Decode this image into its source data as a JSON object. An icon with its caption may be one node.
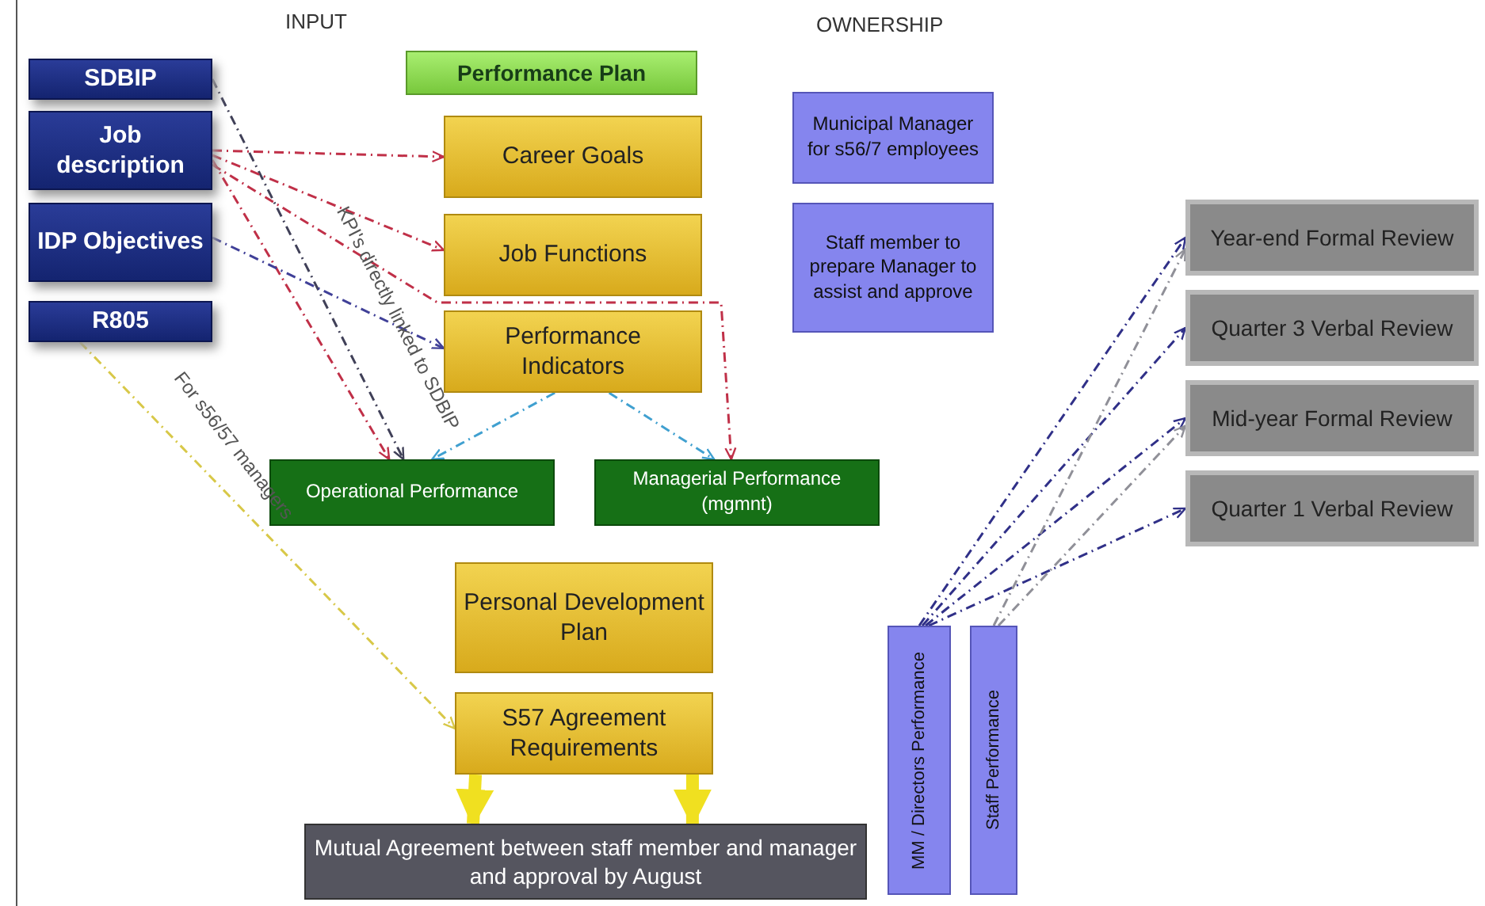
{
  "diagram": {
    "nodes": [
      {
        "text": [
          "SDBIP"
        ]
      },
      {
        "text": [
          "Job description"
        ]
      },
      {
        "text": [
          "IDP Objectives"
        ]
      },
      {
        "text": [
          "R805"
        ]
      },
      {
        "text": [
          "Performance Plan"
        ]
      },
      {
        "text": [
          "Career Goals"
        ]
      },
      {
        "text": [
          "Job Functions"
        ]
      },
      {
        "text": [
          "Performance Indicators"
        ]
      },
      {
        "text": [
          "Operational Performance"
        ]
      },
      {
        "text": [
          "Managerial Performance (mgmnt)"
        ]
      },
      {
        "text": [
          "Municipal Manager for s56/7 employees"
        ]
      },
      {
        "text": [
          "Staff member to prepare Manager to assist and approve"
        ]
      },
      {
        "text": [
          "Year-end Formal Review"
        ]
      },
      {
        "text": [
          "Quarter 3 Verbal Review"
        ]
      },
      {
        "text": [
          "Mid-year Formal Review"
        ]
      },
      {
        "text": [
          "Quarter 1 Verbal Review"
        ]
      },
      {
        "text": [
          "Personal Development Plan"
        ]
      },
      {
        "text": [
          "S57 Agreement Requirements"
        ]
      },
      {
        "text": [
          "Mutual Agreement between staff member and manager and approval by August"
        ]
      },
      {
        "text": [
          "MM / Directors Performance"
        ]
      },
      {
        "text": [
          "Staff Performance"
        ]
      }
    ],
    "edges": [
      {
        "from": 0,
        "to": 8,
        "arrow": "to",
        "style": "dashed",
        "color": "#404058",
        "label": "KPI's directly linked to SDBIP"
      },
      {
        "from": 1,
        "to": 5,
        "arrow": "to",
        "style": "dashed",
        "color": "#c03048"
      },
      {
        "from": 1,
        "to": 6,
        "arrow": "to",
        "style": "dashed",
        "color": "#c03048"
      },
      {
        "from": 1,
        "to": 8,
        "arrow": "to",
        "style": "dashed",
        "color": "#c03048"
      },
      {
        "from": 1,
        "to": 9,
        "arrow": "to",
        "style": "dashed",
        "color": "#c03048"
      },
      {
        "from": 2,
        "to": 7,
        "arrow": "to",
        "style": "dashed",
        "color": "#404098"
      },
      {
        "from": 7,
        "to": 8,
        "arrow": "to",
        "style": "dashed",
        "color": "#40a0d0"
      },
      {
        "from": 7,
        "to": 9,
        "arrow": "to",
        "style": "dashed",
        "color": "#40a0d0"
      },
      {
        "from": 3,
        "to": 17,
        "arrow": "to",
        "style": "dashed",
        "color": "#d8c848",
        "label": "For s56/57 managers"
      },
      {
        "from": 17,
        "to": 18,
        "arrow": "to",
        "style": "thick",
        "color": "#f0e020"
      },
      {
        "from": 17,
        "to": 18,
        "arrow": "to",
        "style": "thick",
        "color": "#f0e020"
      },
      {
        "from": 19,
        "to": 12,
        "arrow": "to",
        "style": "dashed",
        "color": "#303088"
      },
      {
        "from": 19,
        "to": 13,
        "arrow": "to",
        "style": "dashed",
        "color": "#303088"
      },
      {
        "from": 19,
        "to": 14,
        "arrow": "to",
        "style": "dashed",
        "color": "#303088"
      },
      {
        "from": 19,
        "to": 15,
        "arrow": "to",
        "style": "dashed",
        "color": "#303088"
      },
      {
        "from": 20,
        "to": 12,
        "arrow": "to",
        "style": "dashed",
        "color": "#909098"
      },
      {
        "from": 20,
        "to": 14,
        "arrow": "to",
        "style": "dashed",
        "color": "#909098"
      }
    ],
    "labels": [
      "INPUT",
      "OWNERSHIP"
    ]
  }
}
